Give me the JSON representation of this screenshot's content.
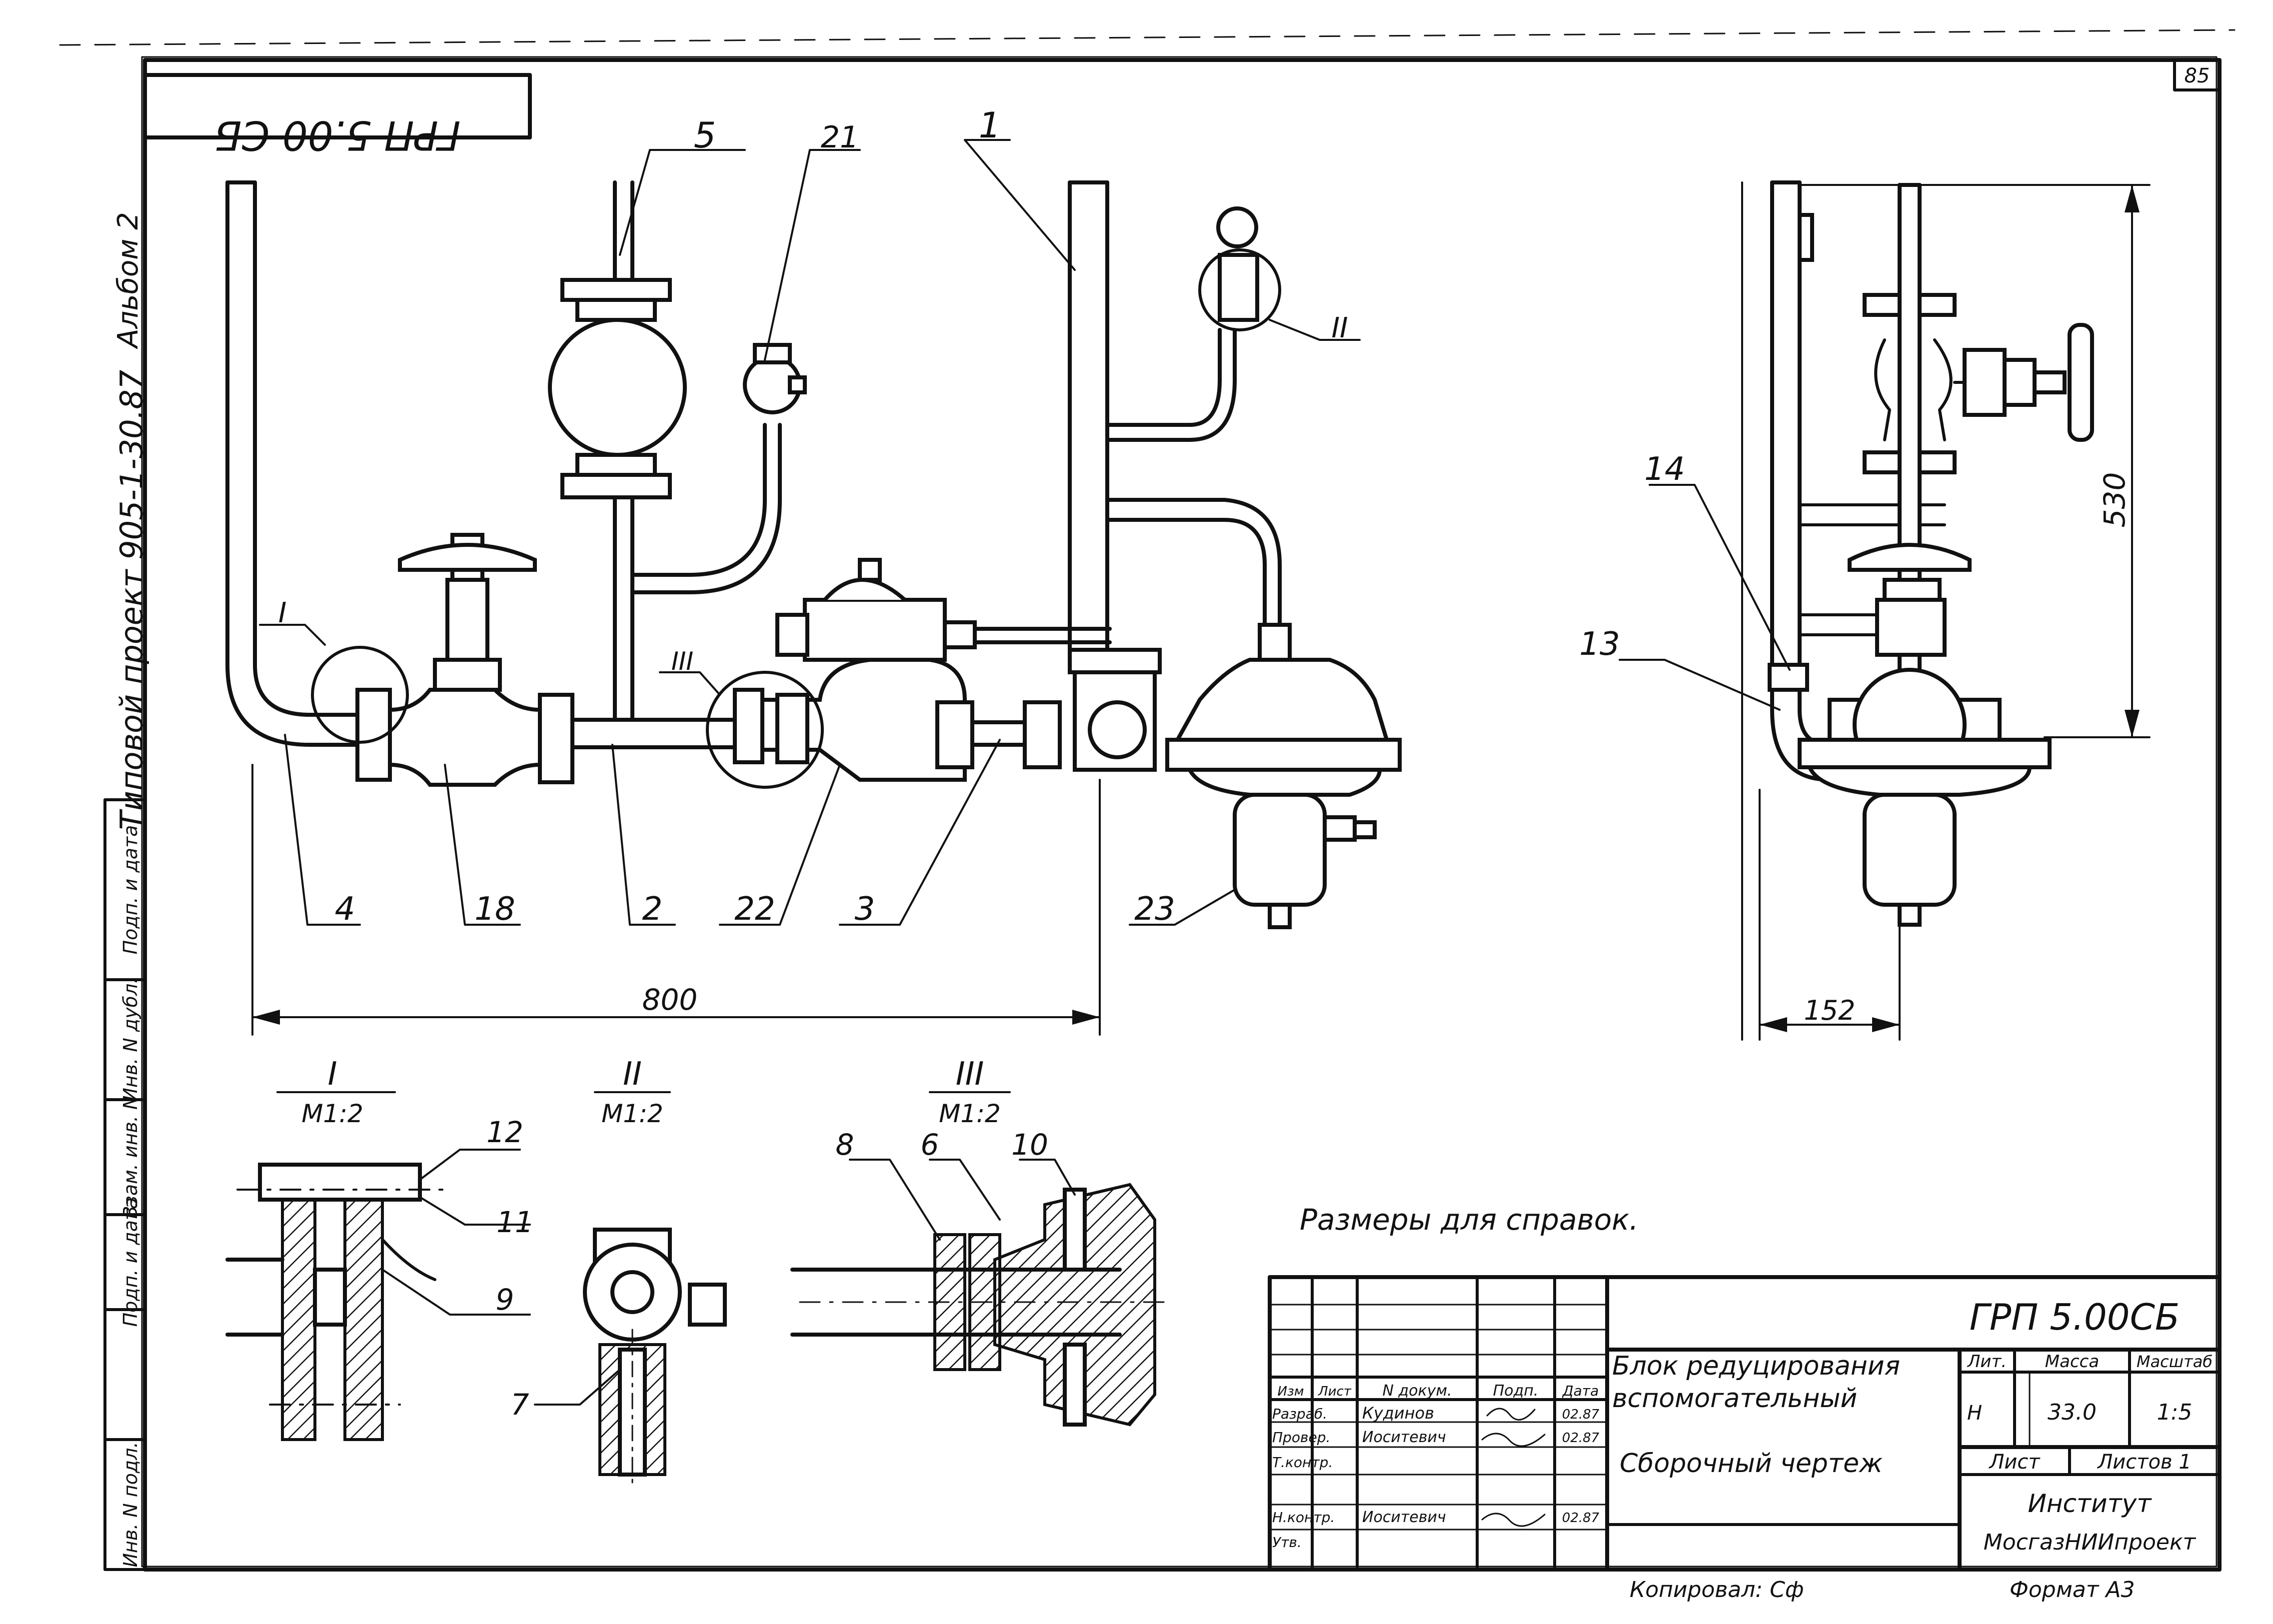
{
  "sheet": {
    "code_top": "ГРП 5.00 СБ",
    "corner_number": "85",
    "album": "Альбом 2",
    "project_line": "Типовой проект 905-1-30.87",
    "note": "Размеры для справок.",
    "copied": "Копировал: Сф",
    "format": "Формат А3"
  },
  "left_stamp": [
    "Инв. N подл.",
    "Подп. и дата",
    "Взам. инв. N",
    "Инв. N дубл.",
    "Подп. и дата"
  ],
  "main_view": {
    "callouts": [
      {
        "n": "5"
      },
      {
        "n": "21"
      },
      {
        "n": "1"
      },
      {
        "n": "II"
      },
      {
        "n": "I"
      },
      {
        "n": "III"
      },
      {
        "n": "4"
      },
      {
        "n": "18"
      },
      {
        "n": "2"
      },
      {
        "n": "22"
      },
      {
        "n": "3"
      },
      {
        "n": "23"
      }
    ],
    "dimension": "800"
  },
  "side_view": {
    "callouts": [
      {
        "n": "14"
      },
      {
        "n": "13"
      }
    ],
    "dim_height": "530",
    "dim_width": "152"
  },
  "details": [
    {
      "id": "I",
      "scale": "М1:2",
      "callouts": [
        "12",
        "11",
        "9"
      ]
    },
    {
      "id": "II",
      "scale": "М1:2",
      "callouts": [
        "7"
      ]
    },
    {
      "id": "III",
      "scale": "М1:2",
      "callouts": [
        "8",
        "6",
        "10"
      ]
    }
  ],
  "title_block": {
    "designation": "ГРП 5.00СБ",
    "name_lines": [
      "Блок редуцирования",
      "вспомогательный"
    ],
    "doc_type": "Сборочный чертеж",
    "headers": [
      "Изм",
      "Лист",
      "N докум.",
      "Подп.",
      "Дата"
    ],
    "rows": [
      {
        "role": "Разраб.",
        "name": "Кудинов",
        "date": "02.87"
      },
      {
        "role": "Провер.",
        "name": "Иоситевич",
        "date": "02.87"
      },
      {
        "role": "Т.контр.",
        "name": "",
        "date": ""
      },
      {
        "role": "Н.контр.",
        "name": "Иоситевич",
        "date": "02.87"
      },
      {
        "role": "Утв.",
        "name": "",
        "date": ""
      }
    ],
    "lit_label": "Лит.",
    "mass_label": "Масса",
    "scale_label": "Масштаб",
    "lit_value": "Н",
    "mass_value": "33.0",
    "scale_value": "1:5",
    "sheet_label": "Лист",
    "sheets_label": "Листов 1",
    "org_lines": [
      "Институт",
      "МосгазНИИпроект"
    ]
  }
}
